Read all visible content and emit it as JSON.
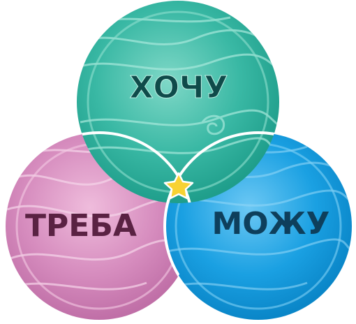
{
  "labels": {
    "top": "ХОЧУ",
    "left": "ТРЕБА",
    "right": "МОЖУ"
  },
  "colors": {
    "top_fill": "#39b8a4",
    "top_light": "#7fd8c7",
    "left_fill": "#d68cbe",
    "left_light": "#efbcdc",
    "right_fill": "#1aa0e2",
    "right_light": "#6cc8f4",
    "text_dark_teal": "#0f4b4a",
    "text_dark_plum": "#5a2243",
    "text_dark_navy": "#0e3f5c",
    "star": "#f7d233"
  },
  "center_icon": "star-icon"
}
